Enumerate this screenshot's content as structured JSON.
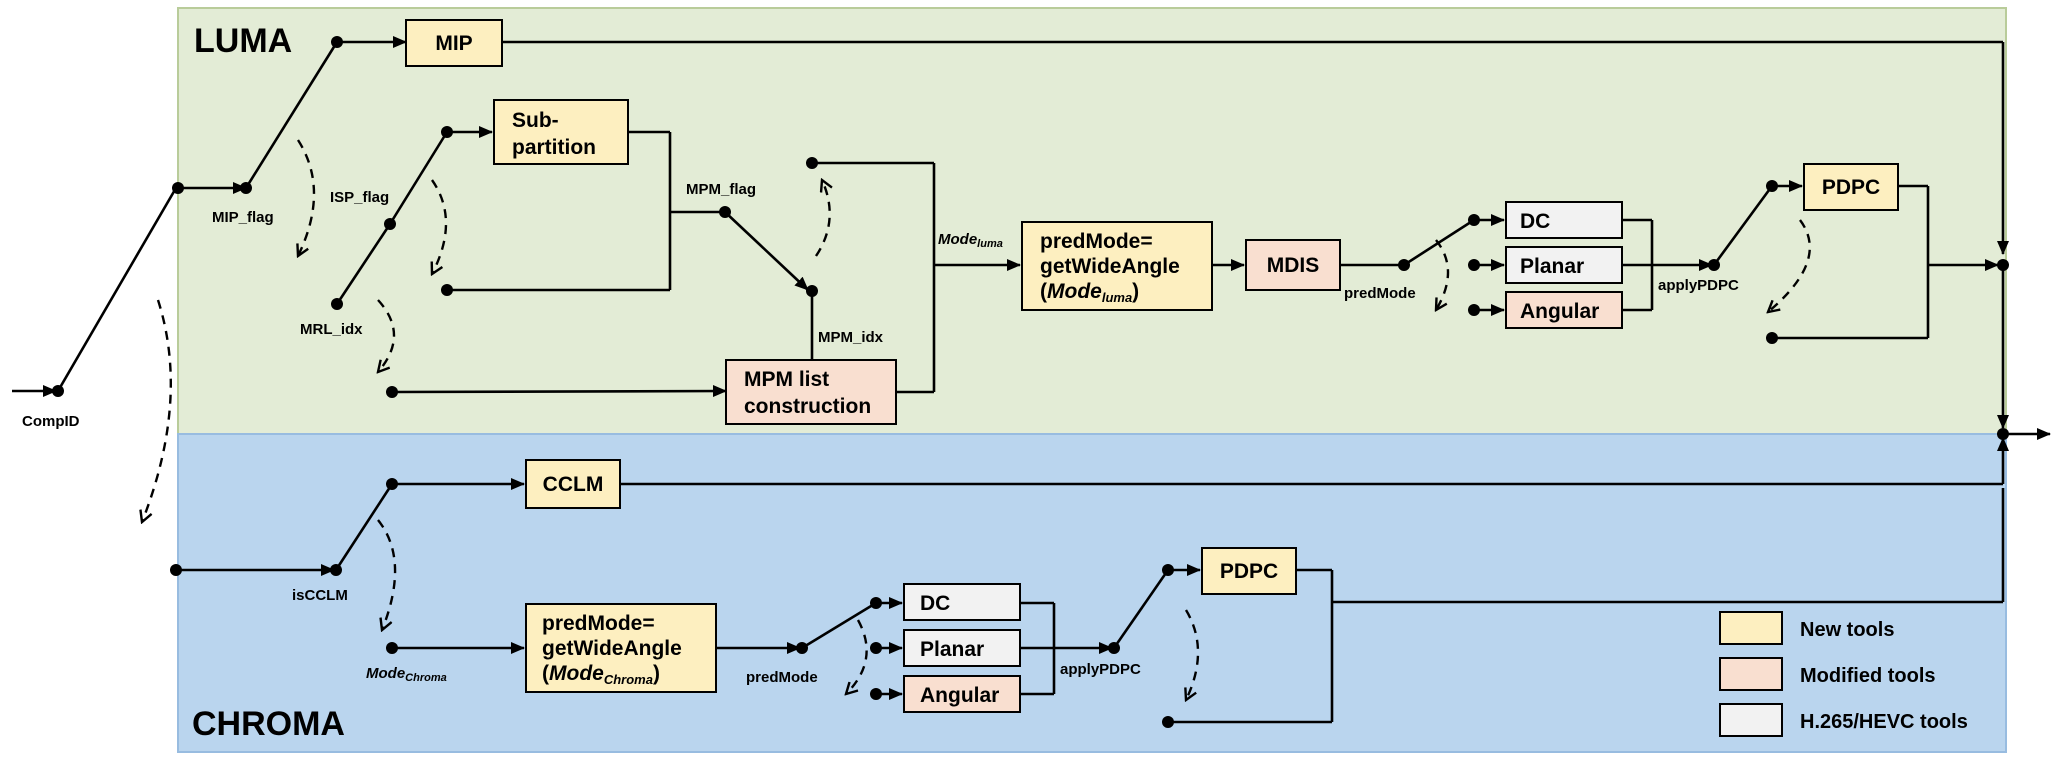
{
  "regions": {
    "luma": "LUMA",
    "chroma": "CHROMA"
  },
  "boxes": {
    "mip": "MIP",
    "sub_partition": [
      "Sub-",
      "partition"
    ],
    "mpm_list": [
      "MPM list",
      "construction"
    ],
    "predmode_luma": {
      "line1": "predMode=",
      "line2": "getWideAngle",
      "line3_main": "Mode",
      "line3_sub": "luma"
    },
    "mdis": "MDIS",
    "dc": "DC",
    "planar": "Planar",
    "angular": "Angular",
    "pdpc": "PDPC",
    "cclm": "CCLM",
    "predmode_chroma": {
      "line1": "predMode=",
      "line2": "getWideAngle",
      "line3_main": "Mode",
      "line3_sub": "Chroma"
    }
  },
  "labels": {
    "compid": "CompID",
    "mip_flag": "MIP_flag",
    "isp_flag": "ISP_flag",
    "mrl_idx": "MRL_idx",
    "mpm_flag": "MPM_flag",
    "mpm_idx": "MPM_idx",
    "mode_luma": {
      "main": "Mode",
      "sub": "luma"
    },
    "predmode": "predMode",
    "applypdpc": "applyPDPC",
    "iscclm": "isCCLM",
    "mode_chroma": {
      "main": "Mode",
      "sub": "Chroma"
    }
  },
  "legend": [
    {
      "label": "New tools",
      "color": "#fdefc0"
    },
    {
      "label": "Modified tools",
      "color": "#f9dfd0"
    },
    {
      "label": "H.265/HEVC tools",
      "color": "#f2f2f2"
    }
  ],
  "colors": {
    "luma_bg": "#e3ecd6",
    "chroma_bg": "#bad5ee"
  }
}
